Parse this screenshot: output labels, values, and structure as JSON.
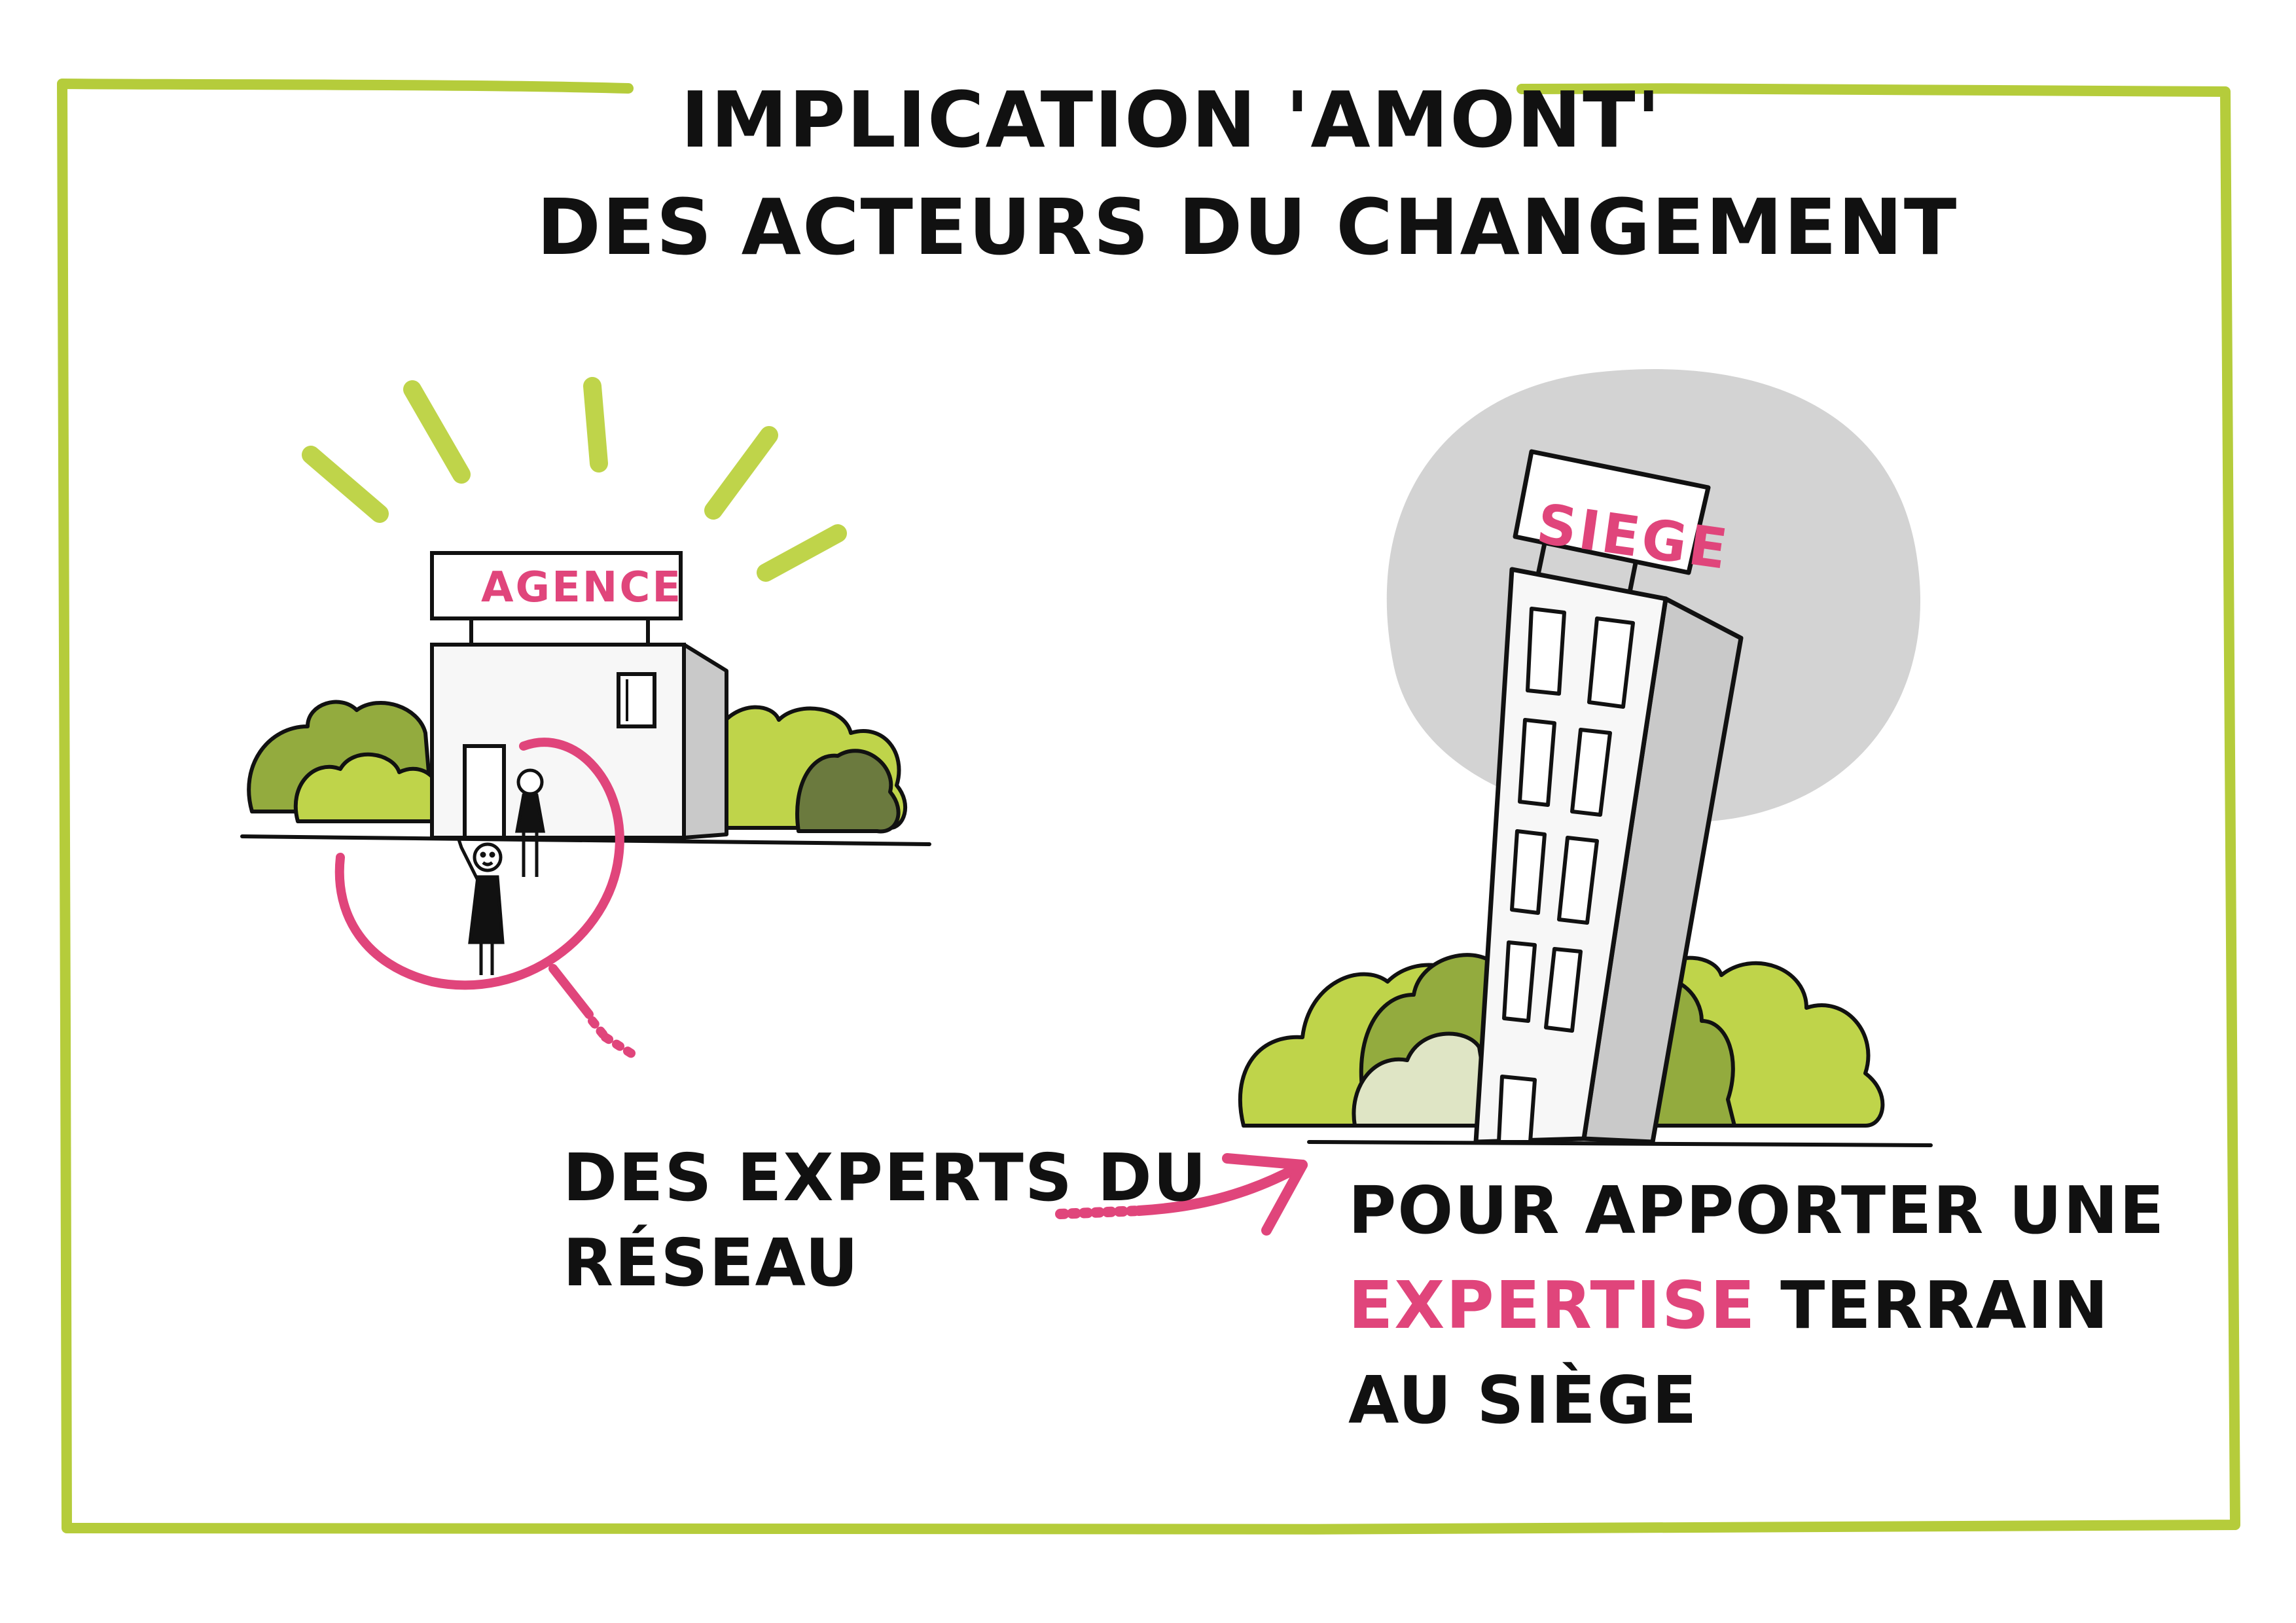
{
  "title": {
    "line1": "IMPLICATION 'AMONT'",
    "line2": "DES ACTEURS DU CHANGEMENT"
  },
  "left_building": {
    "sign": "AGENCE"
  },
  "right_building": {
    "sign": "SIEGE"
  },
  "caption_left": {
    "line1": "DES EXPERTS DU",
    "line2": "RÉSEAU"
  },
  "caption_right": {
    "line1": "POUR APPORTER UNE",
    "line2_highlight": "EXPERTISE",
    "line2_rest": " TERRAIN",
    "line3": "AU SIÈGE"
  },
  "colors": {
    "frame_green": "#b5cc3b",
    "bush_light": "#bfd44a",
    "bush_mid": "#93ab3e",
    "bush_dark": "#6b7a3e",
    "accent_pink": "#e0457b",
    "halo_grey": "#d3d3d3",
    "building_wall": "#f7f7f7",
    "building_side": "#c9c9c9"
  }
}
